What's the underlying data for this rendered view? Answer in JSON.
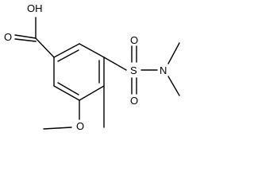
{
  "molecule": {
    "atom_labels": {
      "hydroxyl": "OH",
      "carbonyl_oxygen": "O",
      "sulfur": "S",
      "sulfonyl_oxygen_top": "O",
      "sulfonyl_oxygen_bottom": "O",
      "nitrogen": "N",
      "methoxy_oxygen": "O"
    },
    "colors": {
      "bond": "#000000",
      "background": "#ffffff"
    }
  }
}
